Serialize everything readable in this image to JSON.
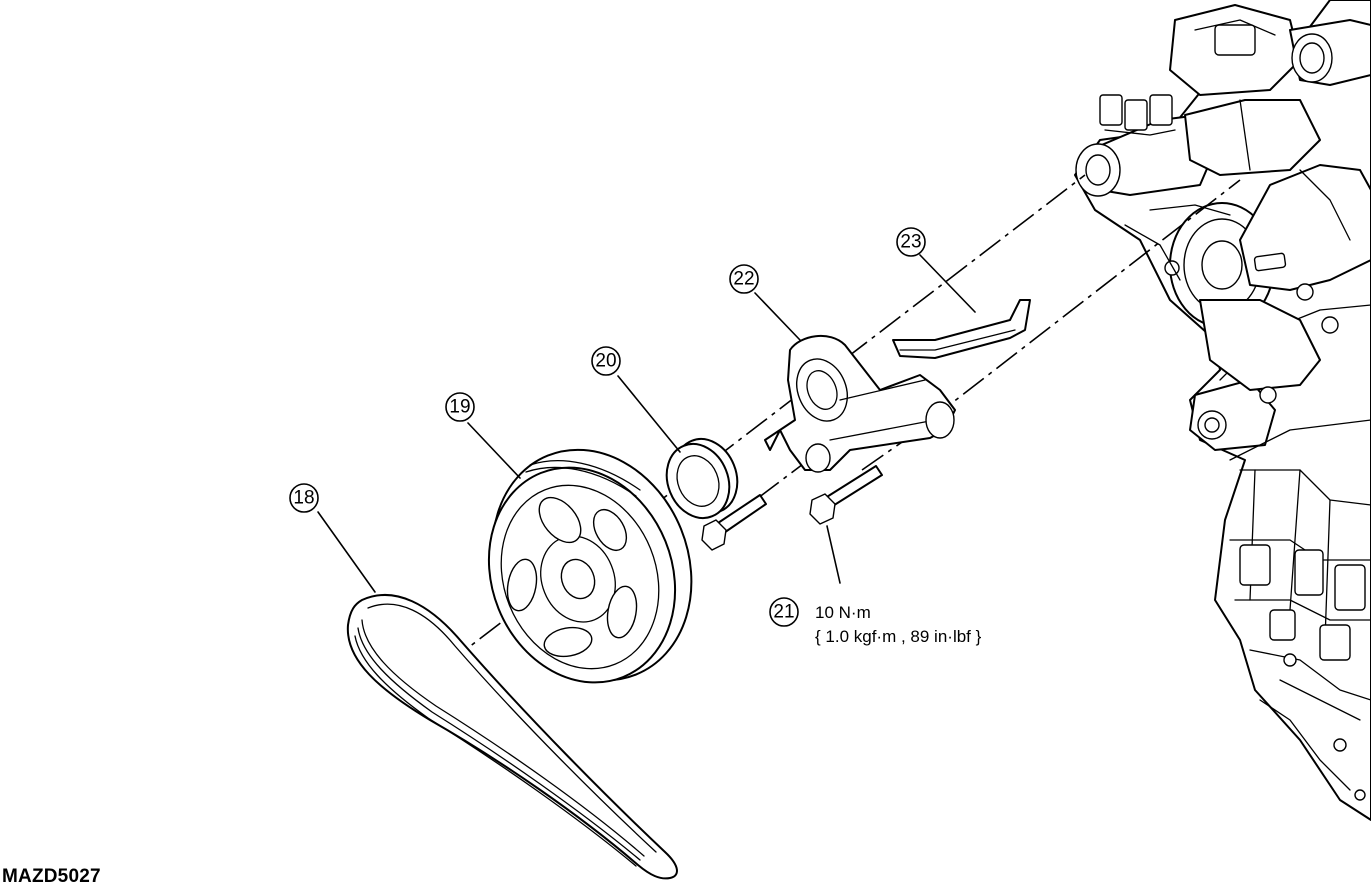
{
  "figure_code": "MAZD5027",
  "callouts": [
    {
      "id": "c18",
      "number": "18"
    },
    {
      "id": "c19",
      "number": "19"
    },
    {
      "id": "c20",
      "number": "20"
    },
    {
      "id": "c21",
      "number": "21"
    },
    {
      "id": "c22",
      "number": "22"
    },
    {
      "id": "c23",
      "number": "23"
    }
  ],
  "torque_spec": {
    "value": "10 N·m",
    "alt": "{ 1.0 kgf·m , 89 in·lbf }"
  }
}
